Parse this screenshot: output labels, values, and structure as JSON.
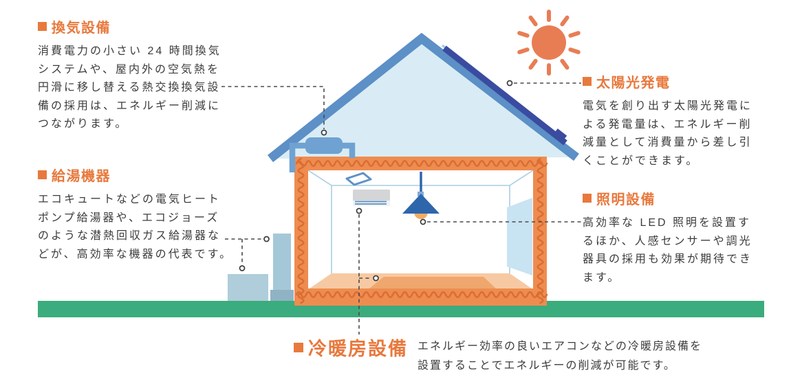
{
  "annotations": {
    "ventilation": {
      "title": "換気設備",
      "body": "消費電力の小さい 24 時間換気\nシステムや、屋内外の空気熱を\n円滑に移し替える熱交換換気設\n備の採用は、エネルギー削減に\nつながります。"
    },
    "water_heating": {
      "title": "給湯機器",
      "body": "エコキュートなどの電気ヒート\nポンプ給湯器や、エコジョーズ\nのような潜熱回収ガス給湯器な\nどが、高効率な機器の代表です。"
    },
    "solar": {
      "title": "太陽光発電",
      "body": "電気を創り出す太陽光発電に\nよる発電量は、エネルギー削\n減量として消費量から差し引\nくことができます。"
    },
    "lighting": {
      "title": "照明設備",
      "body": "高効率な LED 照明を設置す\nるほか、人感センサーや調光\n器具の採用も効果が期待でき\nます。"
    },
    "hvac": {
      "title": "冷暖房設備",
      "body": "エネルギー効率の良いエアコンなどの冷暖房設備を\n設置することでエネルギーの削減が可能です。"
    }
  },
  "palette": {
    "accent_orange": "#E8793D",
    "sun_orange": "#E87D54",
    "roof_blue": "#5C90C6",
    "solar_navy": "#3A4CA0",
    "solar_edge": "#A9CBE6",
    "attic_blue": "#D9ECF5",
    "insulation_orange": "#EE8C50",
    "insulation_wave": "#DB6D33",
    "ground_green": "#3BAC7D",
    "interior_line": "#A9CDE2",
    "floor_peach": "#F7C9A2",
    "rug_orange": "#EFA76D",
    "window_blue": "#C8E3F2",
    "lamp_navy": "#2E66AC",
    "bulb_amber": "#F2AC63",
    "appliance_blue": "#6FA2D2",
    "ac_gray": "#D3D5D7",
    "heater_blue_gray": "#AFCDDA",
    "tank_blue": "#A5C8D8",
    "tank_base": "#8FB3C5",
    "text_dark": "#3C3C3C",
    "connector_gray": "#4A4A4A"
  }
}
